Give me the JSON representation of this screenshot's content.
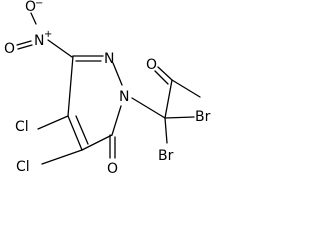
{
  "molecule": {
    "atoms": {
      "n_nitro": "N",
      "n_nitro_charge": "+",
      "o_nitro_top": "O",
      "o_nitro_top_charge": "−",
      "o_nitro_left": "O",
      "n_ring": "N",
      "n_ring_sub": "N",
      "o_ketone": "O",
      "o_lactam": "O",
      "cl_upper": "Cl",
      "cl_lower": "Cl",
      "br_right": "Br",
      "br_lower": "Br"
    },
    "colors": {
      "bond": "#000000",
      "text": "#000000",
      "background": "#ffffff"
    }
  }
}
